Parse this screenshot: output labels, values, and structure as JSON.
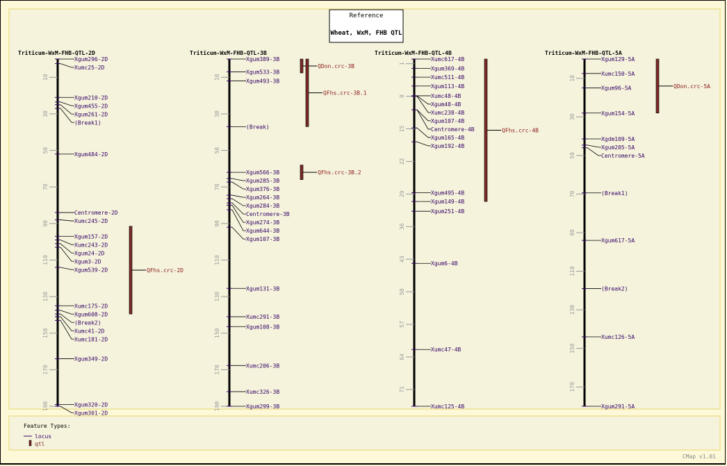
{
  "reference": {
    "title": "Reference",
    "subtitle": "Wheat, WxM, FHB QTL"
  },
  "colors": {
    "locus": "#330066",
    "qtl": "#7a2a24",
    "qtl_label": "#8b1a1a",
    "axis": "#000000",
    "tick_label": "#999999",
    "background": "#f5f3dc"
  },
  "maps": [
    {
      "title": "Triticum-WxM-FHB-QTL-2D",
      "start": 0,
      "end": 190,
      "ticks": [
        10,
        30,
        50,
        70,
        90,
        110,
        130,
        150,
        170,
        190
      ],
      "features": [
        {
          "name": "Xgum296-2D",
          "pos": 0
        },
        {
          "name": "Xumc25-2D",
          "pos": 2.5
        },
        {
          "name": "Xgum210-2D",
          "pos": 21
        },
        {
          "name": "Xgum455-2D",
          "pos": 23.5
        },
        {
          "name": "Xgum261-2D",
          "pos": 25
        },
        {
          "name": "(Break1)",
          "pos": 27
        },
        {
          "name": "Xgum484-2D",
          "pos": 52
        },
        {
          "name": "Centromere-2D",
          "pos": 84
        },
        {
          "name": "Xumc245-2D",
          "pos": 88
        },
        {
          "name": "Xgum157-2D",
          "pos": 97
        },
        {
          "name": "Xumc243-2D",
          "pos": 99
        },
        {
          "name": "Xgum24-2D",
          "pos": 101
        },
        {
          "name": "Xgum3-2D",
          "pos": 103
        },
        {
          "name": "Xgum539-2D",
          "pos": 114
        },
        {
          "name": "Xumc175-2D",
          "pos": 135
        },
        {
          "name": "Xgum608-2D",
          "pos": 137.5
        },
        {
          "name": "(Break2)",
          "pos": 139.5
        },
        {
          "name": "Xumc41-2D",
          "pos": 141
        },
        {
          "name": "Xumc181-2D",
          "pos": 143
        },
        {
          "name": "Xgum349-2D",
          "pos": 164
        },
        {
          "name": "Xgum320-2D",
          "pos": 189
        },
        {
          "name": "Xgum301-2D",
          "pos": 190
        }
      ],
      "qtls": [
        {
          "name": "QFhs.crc-2D",
          "start": 91.5,
          "end": 139.5,
          "lane": 1
        }
      ]
    },
    {
      "title": "Triticum-WxM-FHB-QTL-3B",
      "start": 0,
      "end": 190,
      "ticks": [
        10,
        30,
        50,
        70,
        90,
        110,
        130,
        150,
        170,
        190
      ],
      "features": [
        {
          "name": "Xgum389-3B",
          "pos": 0
        },
        {
          "name": "Xgum533-3B",
          "pos": 7
        },
        {
          "name": "Xgum493-3B",
          "pos": 12
        },
        {
          "name": "(Break)",
          "pos": 37
        },
        {
          "name": "Xgum566-3B",
          "pos": 62
        },
        {
          "name": "Xgum285-3B",
          "pos": 65.4
        },
        {
          "name": "Xgum376-3B",
          "pos": 67.3
        },
        {
          "name": "Xgum264-3B",
          "pos": 74.5
        },
        {
          "name": "Xgum284-3B",
          "pos": 76.4
        },
        {
          "name": "Centromere-3B",
          "pos": 78.7
        },
        {
          "name": "Xgum274-3B",
          "pos": 80
        },
        {
          "name": "Xgum644-3B",
          "pos": 82.5
        },
        {
          "name": "Xgum107-3B",
          "pos": 92
        },
        {
          "name": "Xgum131-3B",
          "pos": 125.5
        },
        {
          "name": "Xumc291-3B",
          "pos": 141
        },
        {
          "name": "Xgum108-3B",
          "pos": 146.4
        },
        {
          "name": "Xumc206-3B",
          "pos": 167.7
        },
        {
          "name": "Xumc326-3B",
          "pos": 182
        },
        {
          "name": "Xgum299-3B",
          "pos": 190
        }
      ],
      "qtls": [
        {
          "name": "QDon.crc-3B",
          "start": 0,
          "end": 7.6,
          "lane": 0
        },
        {
          "name": "QFhs.crc-3B.1",
          "start": 0,
          "end": 37,
          "lane": 1
        },
        {
          "name": "QFhs.crc-3B.2",
          "start": 58,
          "end": 66,
          "lane": 0
        }
      ]
    },
    {
      "title": "Triticum-WxM-FHB-QTL-4B",
      "start": 0,
      "end": 74.6,
      "ticks": [
        1,
        8,
        15,
        22,
        29,
        36,
        43,
        50,
        57,
        64,
        71
      ],
      "features": [
        {
          "name": "Xumc617-4B",
          "pos": 0
        },
        {
          "name": "Xgum369-4B",
          "pos": 2
        },
        {
          "name": "Xumc511-4B",
          "pos": 3.9
        },
        {
          "name": "Xgum113-4B",
          "pos": 5.8
        },
        {
          "name": "Xumc48-4B",
          "pos": 7.9
        },
        {
          "name": "Xgum48-4B",
          "pos": 7.9
        },
        {
          "name": "Xumc238-4B",
          "pos": 8
        },
        {
          "name": "Xgum107-4B",
          "pos": 10.9
        },
        {
          "name": "Centromere-4B",
          "pos": 10.9
        },
        {
          "name": "Xgum165-4B",
          "pos": 14.8
        },
        {
          "name": "Xgum192-4B",
          "pos": 17.8
        },
        {
          "name": "Xgum495-4B",
          "pos": 28.7
        },
        {
          "name": "Xgum149-4B",
          "pos": 30.6
        },
        {
          "name": "Xgum251-4B",
          "pos": 32.7
        },
        {
          "name": "Xgum6-4B",
          "pos": 43.9
        },
        {
          "name": "Xumc47-4B",
          "pos": 62.4
        },
        {
          "name": "Xumc125-4B",
          "pos": 74.6
        }
      ],
      "qtls": [
        {
          "name": "QFhs.crc-4B",
          "start": 0,
          "end": 30.6,
          "lane": 1
        }
      ]
    },
    {
      "title": "Triticum-WxM-FHB-QTL-5A",
      "start": 0,
      "end": 180,
      "ticks": [
        10,
        30,
        50,
        70,
        90,
        110,
        130,
        150,
        170
      ],
      "features": [
        {
          "name": "Xgum129-5A",
          "pos": 0
        },
        {
          "name": "Xumc150-5A",
          "pos": 7.5
        },
        {
          "name": "Xgum96-5A",
          "pos": 15
        },
        {
          "name": "Xgum154-5A",
          "pos": 28
        },
        {
          "name": "Xgdm109-5A",
          "pos": 41.4
        },
        {
          "name": "Xgum205-5A",
          "pos": 44.6
        },
        {
          "name": "Centromere-5A",
          "pos": 46
        },
        {
          "name": "(Break1)",
          "pos": 69.4
        },
        {
          "name": "Xgum617-5A",
          "pos": 94
        },
        {
          "name": "(Break2)",
          "pos": 119
        },
        {
          "name": "Xumc126-5A",
          "pos": 144
        },
        {
          "name": "Xgum291-5A",
          "pos": 180
        }
      ],
      "qtls": [
        {
          "name": "QDon.crc-5A",
          "start": 0,
          "end": 28,
          "lane": 1
        }
      ]
    }
  ],
  "legend": {
    "title": "Feature Types:",
    "items": [
      {
        "label": "locus",
        "type": "locus"
      },
      {
        "label": "qtl",
        "type": "qtl"
      }
    ]
  },
  "footer": {
    "version": "CMap v1.01"
  }
}
